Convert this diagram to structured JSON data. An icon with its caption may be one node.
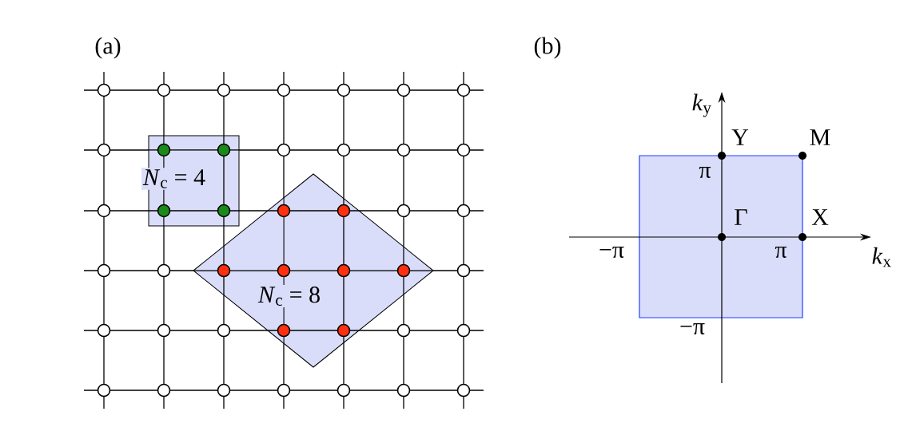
{
  "diagram": {
    "nodes": [
      {
        "text": [
          "*N*$_{c}$ = 4"
        ]
      },
      {
        "text": [
          "*N*$_{c}$ = 8"
        ]
      },
      {
        "text": [],
        "shape": "box"
      }
    ],
    "labels": [
      "(a)",
      "(b)",
      "*k*$_{y}$",
      "Y",
      "M",
      "π",
      "Γ",
      "X",
      "−π",
      "π",
      "*k*$_{x}$",
      "−π"
    ]
  }
}
